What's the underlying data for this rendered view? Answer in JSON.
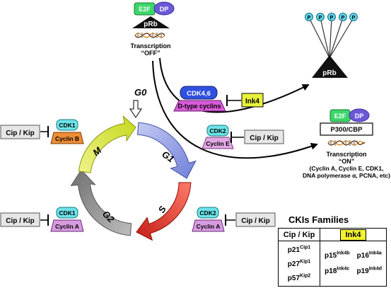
{
  "top": {
    "e2f": "E2F",
    "dp": "DP",
    "prb": "pRb",
    "transcription_off_line1": "Transcription",
    "transcription_off_line2": "“OFF”"
  },
  "phospho": {
    "p_label": "P",
    "prb": "pRb"
  },
  "cycle": {
    "g0": "G0",
    "m": "M",
    "g1": "G1",
    "s": "S",
    "g2": "G2",
    "colors": {
      "m": "#d8e83a",
      "g1": "#8e9be0",
      "s": "#e03a2e",
      "g2": "#909090"
    }
  },
  "complexes": {
    "cdk46": "CDK4,6",
    "dtype": "D-type cyclins",
    "ink4_box": "Ink4",
    "cdk2_e": "CDK2",
    "cyclin_e": "Cyclin E",
    "cdk1_b": "CDK1",
    "cyclin_b": "Cyclin B",
    "cdk1_a": "CDK1",
    "cyclin_a_left": "Cyclin A",
    "cdk2_a": "CDK2",
    "cyclin_a_right": "Cyclin A"
  },
  "inhibitors": {
    "cip_kip_e": "Cip / Kip",
    "cip_kip_b": "Cip / Kip",
    "cip_kip_a_left": "Cip / Kip",
    "cip_kip_a_right": "Cip / Kip"
  },
  "on_state": {
    "e2f": "E2F",
    "dp": "DP",
    "p300": "P300/CBP",
    "transcription_on_line1": "Transcription",
    "transcription_on_line2": "“ON”",
    "targets_line1": "(Cyclin A, Cyclin E, CDK1,",
    "targets_line2": "DNA polymerase α, PCNA, etc)"
  },
  "cki_families": {
    "title": "CKIs Families",
    "cip_kip_header": "Cip / Kip",
    "ink4_header": "Ink4",
    "cip_kip_members": [
      {
        "base": "p21",
        "sup": "Cip1"
      },
      {
        "base": "p27",
        "sup": "Kip1"
      },
      {
        "base": "p57",
        "sup": "Kip2"
      }
    ],
    "ink4_members": [
      {
        "base": "p15",
        "sup": "Ink4b"
      },
      {
        "base": "p16",
        "sup": "Ink4a"
      },
      {
        "base": "p18",
        "sup": "Ink4c"
      },
      {
        "base": "p19",
        "sup": "Ink4d"
      }
    ]
  }
}
